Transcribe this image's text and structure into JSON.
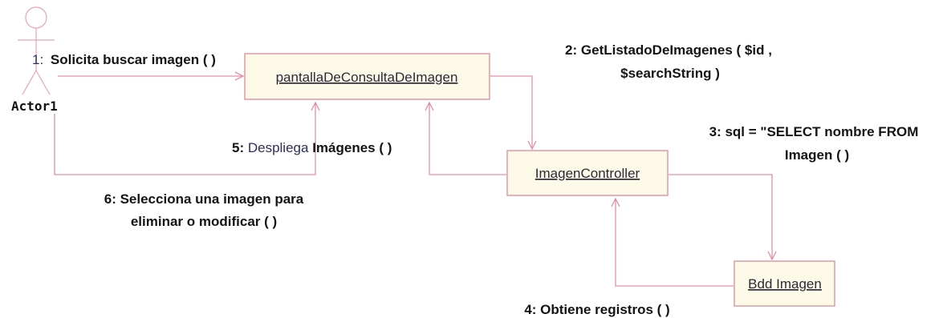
{
  "colors": {
    "link": "#e58fa5",
    "box_fill": "#fdfbe7",
    "box_border": "#d98a9c",
    "actor_stroke": "#e9a3b4"
  },
  "actor": {
    "label": "Actor1",
    "icon": "stick-figure-icon"
  },
  "objects": [
    {
      "label": "pantallaDeConsultaDeImagen"
    },
    {
      "label": "ImagenController"
    },
    {
      "label": "Bdd Imagen"
    }
  ],
  "messages": {
    "m1": {
      "number": "1:",
      "text": "Solicita buscar imagen ( )"
    },
    "m2": {
      "line1": "2: GetListadoDeImagenes ( $id ,",
      "line2": "$searchString )"
    },
    "m3": {
      "line1": "3: sql = \"SELECT nombre FROM",
      "line2": "Imagen ( )"
    },
    "m4": {
      "text": "4: Obtiene registros ( )"
    },
    "m5": {
      "prefix": "5: ",
      "light": "Despliega",
      "rest": " Imágenes ( )"
    },
    "m6": {
      "line1": "6: Selecciona una imagen para",
      "line2": "eliminar o modificar ( )"
    }
  }
}
